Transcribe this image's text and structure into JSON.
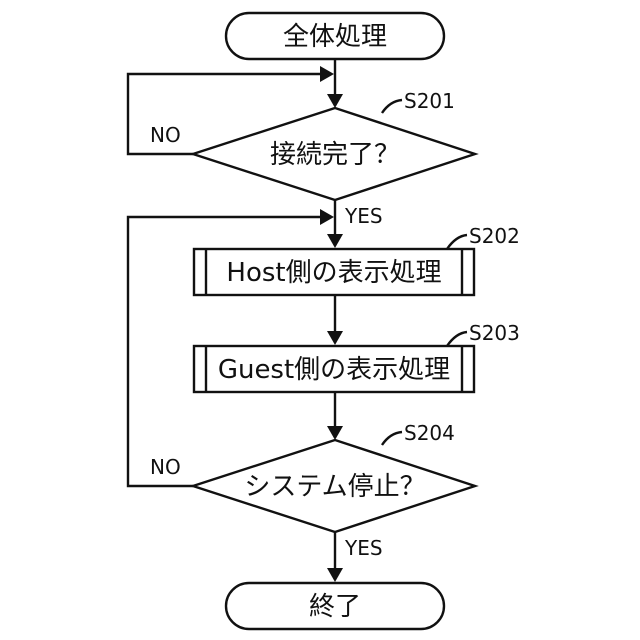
{
  "nodes": {
    "start": {
      "label": "全体処理"
    },
    "s201": {
      "step": "S201",
      "label": "接続完了？"
    },
    "s202": {
      "step": "S202",
      "label": "Host側の表示処理"
    },
    "s203": {
      "step": "S203",
      "label": "Guest側の表示処理"
    },
    "s204": {
      "step": "S204",
      "label": "システム停止？"
    },
    "end": {
      "label": "終了"
    }
  },
  "edges": {
    "s201_no": "NO",
    "s201_yes": "YES",
    "s204_no": "NO",
    "s204_yes": "YES"
  }
}
